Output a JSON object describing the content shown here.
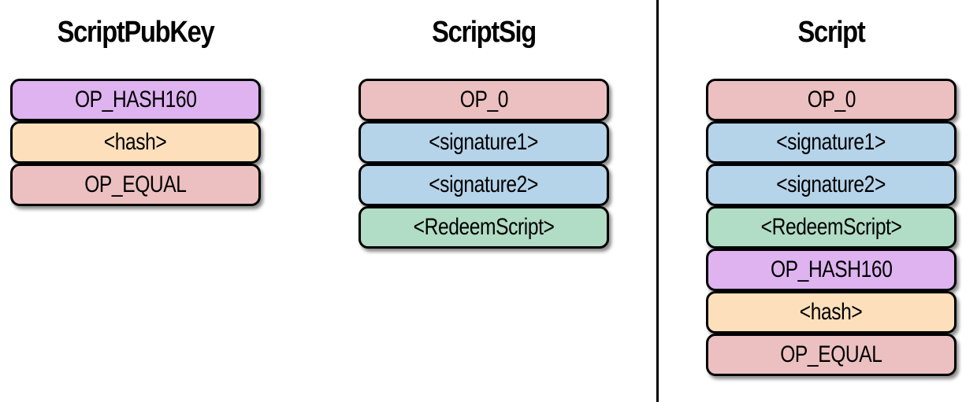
{
  "colors": {
    "op_red": "#ecc0c0",
    "hash_orange": "#fde0bb",
    "hash160_purple": "#deb3f0",
    "signature_blue": "#b5d3e9",
    "redeem_green": "#b1dcc5",
    "outline": "#000000"
  },
  "columns": [
    {
      "title": "ScriptPubKey",
      "blocks": [
        {
          "label": "OP_HASH160",
          "color": "#deb3f0"
        },
        {
          "label": "<hash>",
          "color": "#fde0bb"
        },
        {
          "label": "OP_EQUAL",
          "color": "#ecc0c0"
        }
      ]
    },
    {
      "title": "ScriptSig",
      "blocks": [
        {
          "label": "OP_0",
          "color": "#ecc0c0"
        },
        {
          "label": "<signature1>",
          "color": "#b5d3e9"
        },
        {
          "label": "<signature2>",
          "color": "#b5d3e9"
        },
        {
          "label": "<RedeemScript>",
          "color": "#b1dcc5"
        }
      ]
    },
    {
      "title": "Script",
      "blocks": [
        {
          "label": "OP_0",
          "color": "#ecc0c0"
        },
        {
          "label": "<signature1>",
          "color": "#b5d3e9"
        },
        {
          "label": "<signature2>",
          "color": "#b5d3e9"
        },
        {
          "label": "<RedeemScript>",
          "color": "#b1dcc5"
        },
        {
          "label": "OP_HASH160",
          "color": "#deb3f0"
        },
        {
          "label": "<hash>",
          "color": "#fde0bb"
        },
        {
          "label": "OP_EQUAL",
          "color": "#ecc0c0"
        }
      ]
    }
  ]
}
